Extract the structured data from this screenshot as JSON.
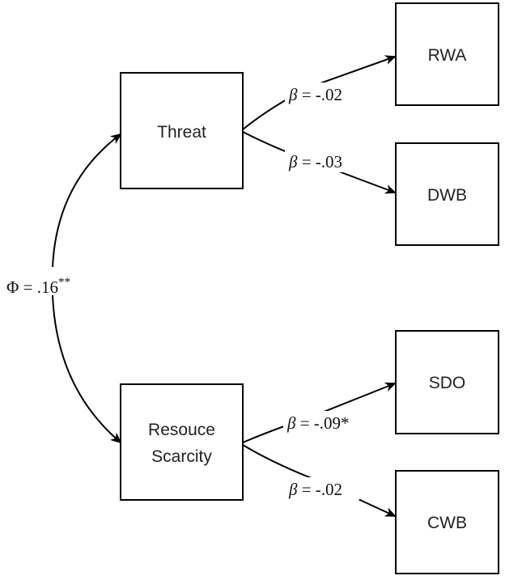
{
  "nodes": {
    "threat": "Threat",
    "resource_scarcity_line1": "Resouce",
    "resource_scarcity_line2": "Scarcity",
    "rwa": "RWA",
    "dwb": "DWB",
    "sdo": "SDO",
    "cwb": "CWB"
  },
  "paths": {
    "threat_rwa": {
      "symbol": "β",
      "value": " = -.02"
    },
    "threat_dwb": {
      "symbol": "β",
      "value": " = -.03"
    },
    "scarcity_sdo": {
      "symbol": "β",
      "value": " = -.09*"
    },
    "scarcity_cwb": {
      "symbol": "β",
      "value": " = -.02"
    }
  },
  "covariance": {
    "label": "Φ = .16",
    "superscript": "**"
  },
  "colors": {
    "stroke": "#000000",
    "background": "#ffffff"
  }
}
